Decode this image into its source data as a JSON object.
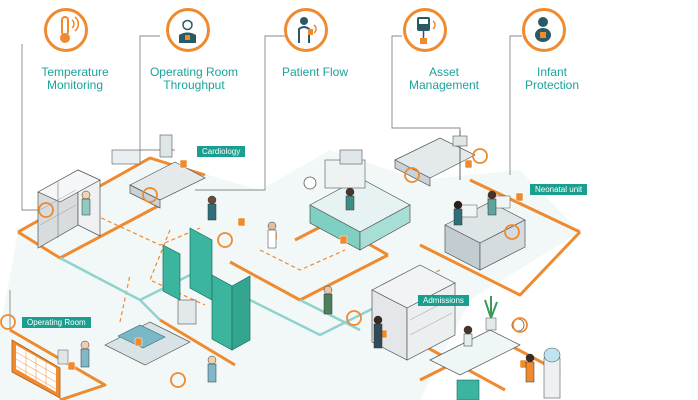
{
  "use_cases": [
    {
      "label_lines": [
        "Temperature",
        "Monitoring"
      ],
      "icon": "thermometer-icon"
    },
    {
      "label_lines": [
        "Operating Room",
        "Throughput"
      ],
      "icon": "surgeon-icon"
    },
    {
      "label_lines": [
        "Patient Flow"
      ],
      "icon": "patient-icon"
    },
    {
      "label_lines": [
        "Asset",
        "Management"
      ],
      "icon": "iv-pump-icon"
    },
    {
      "label_lines": [
        "Infant",
        "Protection"
      ],
      "icon": "infant-icon"
    }
  ],
  "zones": {
    "cardiology": "Cardiology",
    "neonatal": "Neonatal unit",
    "operating_room": "Operating Room",
    "admissions": "Admissions"
  },
  "colors": {
    "accent_orange": "#ef8a2e",
    "teal_text": "#1aa39a",
    "label_green": "#1a9e8f",
    "door_teal": "#3bb59e",
    "ink": "#333333",
    "floor": "#eef6f6"
  }
}
